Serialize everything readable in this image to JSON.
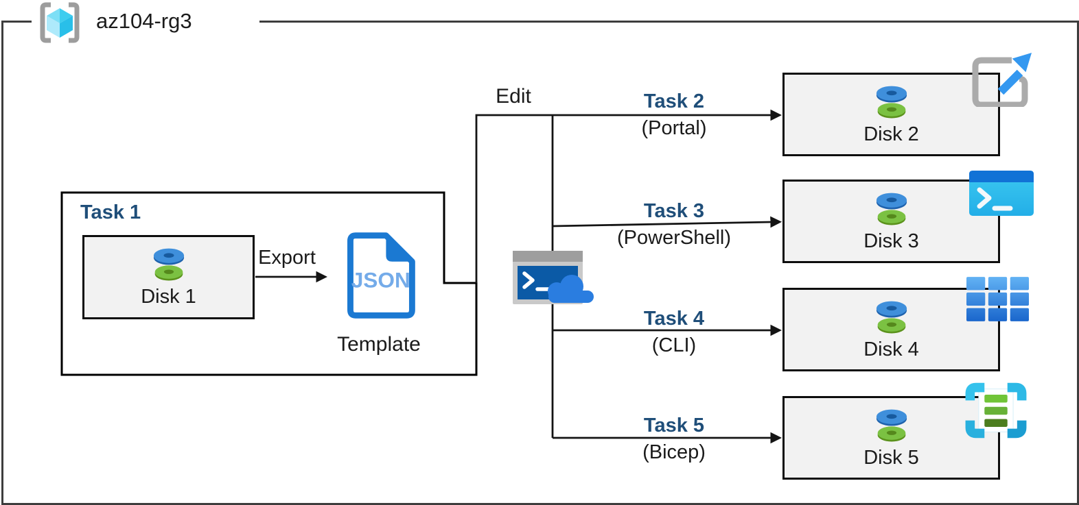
{
  "resource_group": {
    "name": "az104-rg3"
  },
  "task1": {
    "label": "Task 1",
    "disk_label": "Disk 1",
    "export_label": "Export",
    "json_badge": "JSON",
    "template_label": "Template"
  },
  "flow": {
    "edit_label": "Edit"
  },
  "tasks": [
    {
      "label": "Task 2",
      "method": "(Portal)",
      "disk_label": "Disk 2",
      "icon": "portal-launch-icon"
    },
    {
      "label": "Task 3",
      "method": "(PowerShell)",
      "disk_label": "Disk 3",
      "icon": "powershell-window-icon"
    },
    {
      "label": "Task 4",
      "method": "(CLI)",
      "disk_label": "Disk 4",
      "icon": "cli-grid-icon"
    },
    {
      "label": "Task 5",
      "method": "(Bicep)",
      "disk_label": "Disk 5",
      "icon": "bicep-template-icon"
    }
  ],
  "colors": {
    "task_heading": "#1f4e79",
    "disk_box_fill": "#f2f2f2",
    "box_outline": "#000000",
    "rg_border": "#3d3d3d",
    "azure_doc_blue": "#1b79d2",
    "json_text_blue": "#74abe9",
    "disk_top_blue": "#3f8fdb",
    "disk_bottom_green": "#7bc142",
    "cloud_blue": "#2a7de0",
    "cyan_accent": "#2db9e6",
    "portal_arrow_blue": "#3498f0"
  }
}
